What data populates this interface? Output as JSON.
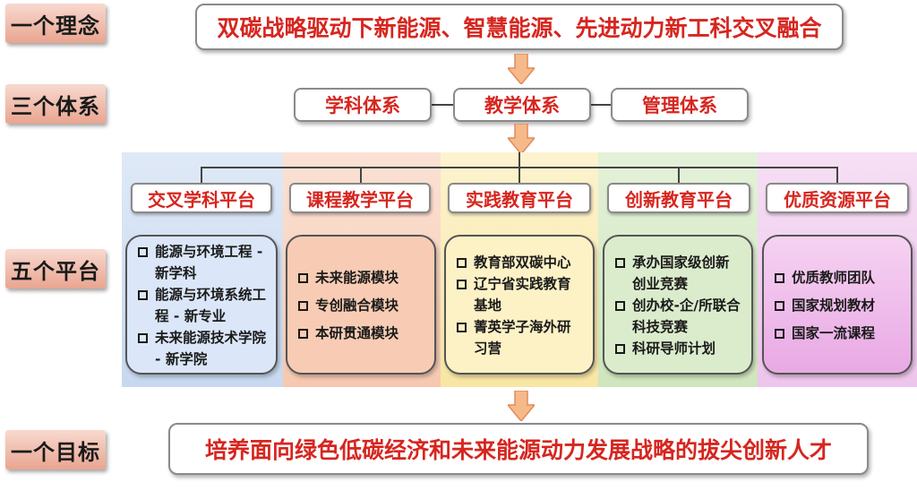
{
  "rows": {
    "concept": "一个理念",
    "systems": "三个体系",
    "platforms": "五个平台",
    "goal": "一个目标"
  },
  "concept_text": "双碳战略驱动下新能源、智慧能源、先进动力新工科交叉融合",
  "systems": [
    "学科体系",
    "教学体系",
    "管理体系"
  ],
  "platforms": [
    {
      "title": "交叉学科平台",
      "items": [
        "能源与环境工程 - 新学科",
        "能源与环境系统工程 - 新专业",
        "未来能源技术学院 - 新学院"
      ]
    },
    {
      "title": "课程教学平台",
      "items": [
        "未来能源模块",
        "专创融合模块",
        "本研贯通模块"
      ]
    },
    {
      "title": "实践教育平台",
      "items": [
        "教育部双碳中心",
        "辽宁省实践教育基地",
        "菁英学子海外研习营"
      ]
    },
    {
      "title": "创新教育平台",
      "items": [
        "承办国家级创新创业竞赛",
        "创办校-企/所联合科技竞赛",
        "科研导师计划"
      ]
    },
    {
      "title": "优质资源平台",
      "items": [
        "优质教师团队",
        "国家规划教材",
        "国家一流课程"
      ]
    }
  ],
  "goal_text": "培养面向绿色低碳经济和未来能源动力发展战略的拔尖创新人才",
  "colors": {
    "accent_red": "#d6261f",
    "label_fill": "#e9a590",
    "arrow_fill": "#f6b98a"
  }
}
